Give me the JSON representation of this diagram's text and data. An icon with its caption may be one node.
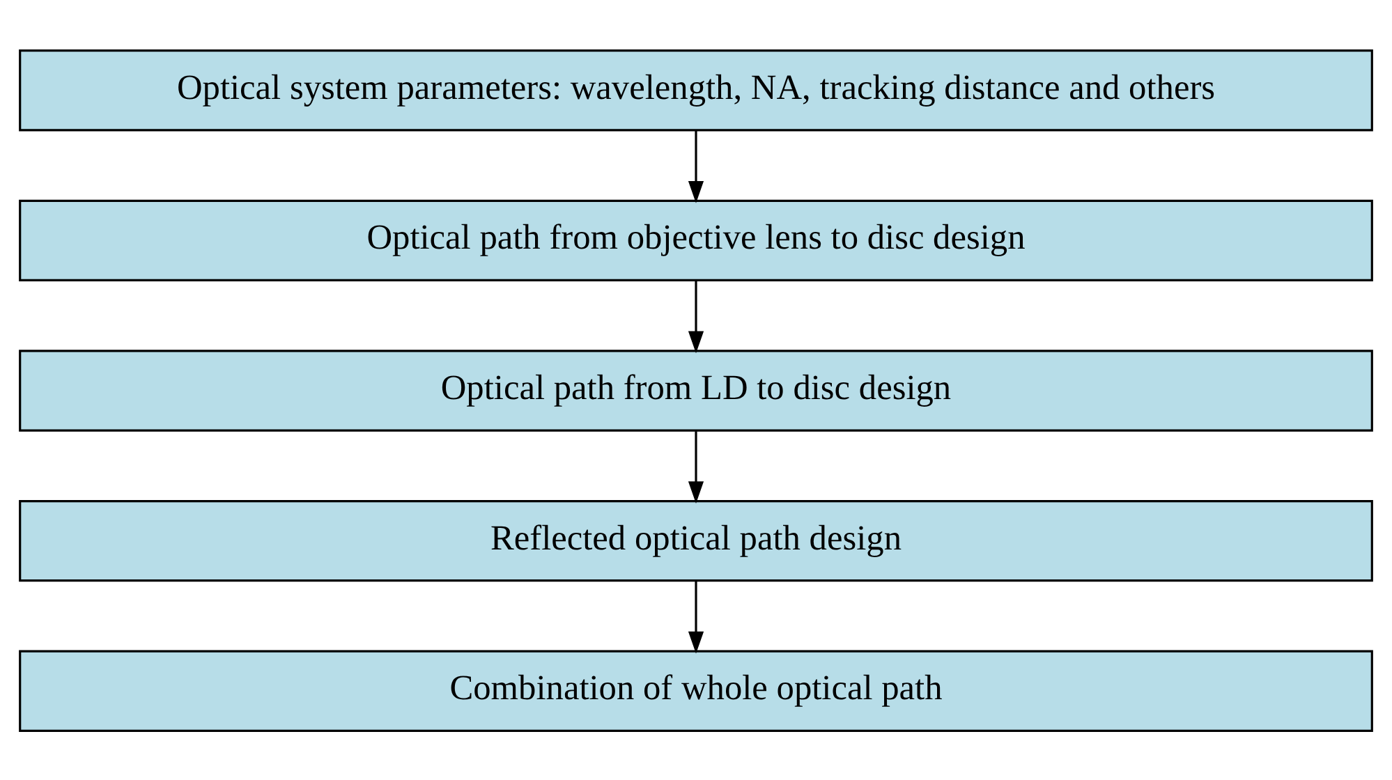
{
  "diagram": {
    "nodes": [
      {
        "text": [
          "Optical system parameters: wavelength, NA, tracking distance and others"
        ]
      },
      {
        "text": [
          "Optical path from objective lens to disc design"
        ]
      },
      {
        "text": [
          "Optical path from LD to disc design"
        ]
      },
      {
        "text": [
          "Reflected optical path design"
        ]
      },
      {
        "text": [
          "Combination of whole optical path"
        ]
      }
    ],
    "edges": [
      {
        "from": 0,
        "to": 1,
        "arrow": "to"
      },
      {
        "from": 1,
        "to": 2,
        "arrow": "to"
      },
      {
        "from": 2,
        "to": 3,
        "arrow": "to"
      },
      {
        "from": 3,
        "to": 4,
        "arrow": "to"
      }
    ]
  }
}
